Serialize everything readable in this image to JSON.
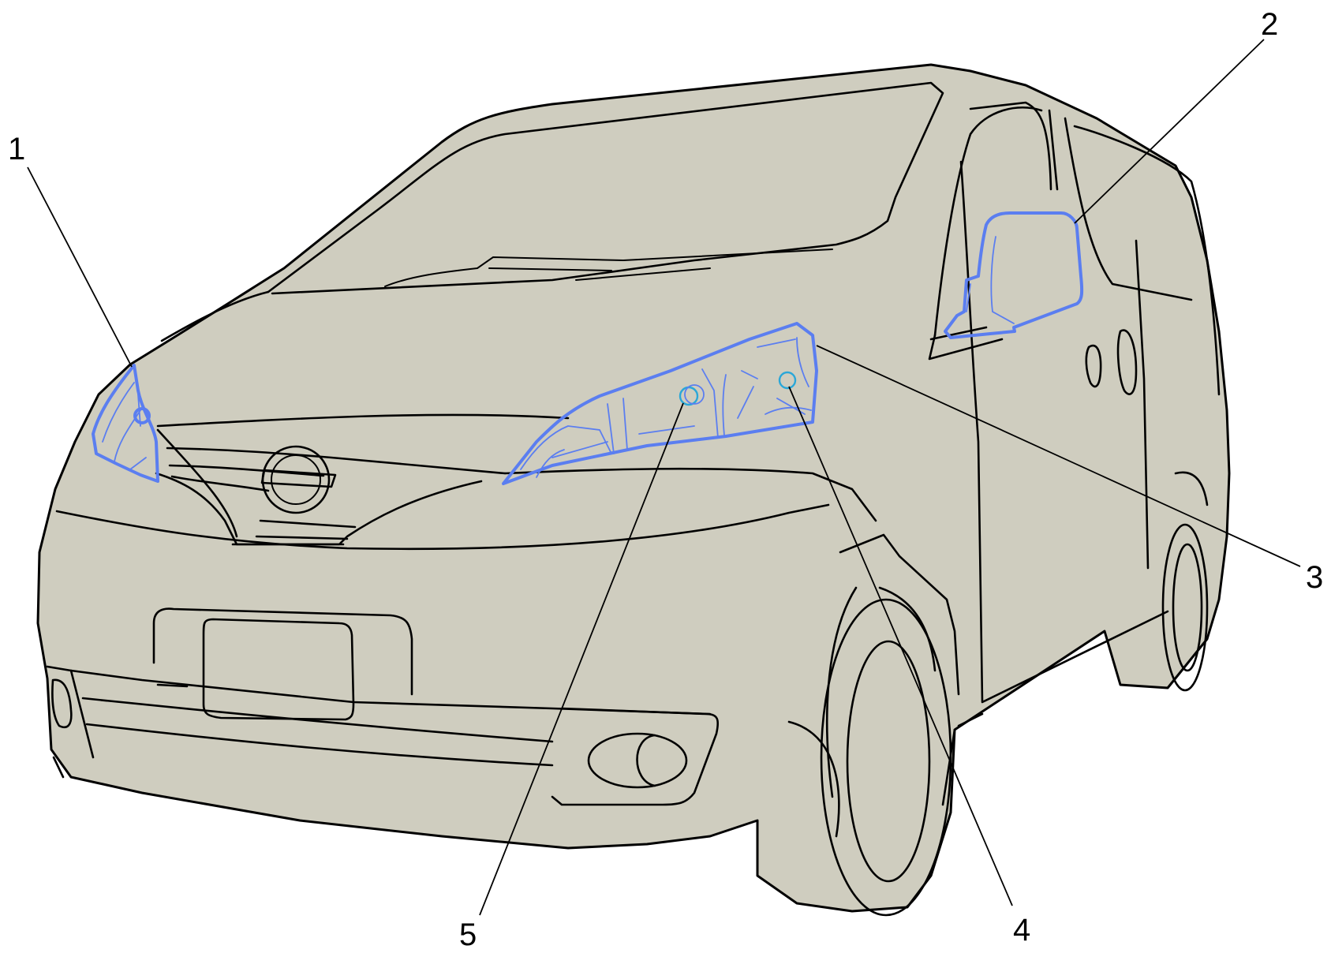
{
  "colors": {
    "body": "#cfcdbf",
    "highlight": "#5b7ef0",
    "bulb": "#2aa7d8",
    "line": "#000000"
  },
  "callouts": [
    {
      "id": "1",
      "label": "1"
    },
    {
      "id": "2",
      "label": "2"
    },
    {
      "id": "3",
      "label": "3"
    },
    {
      "id": "4",
      "label": "4"
    },
    {
      "id": "5",
      "label": "5"
    }
  ]
}
